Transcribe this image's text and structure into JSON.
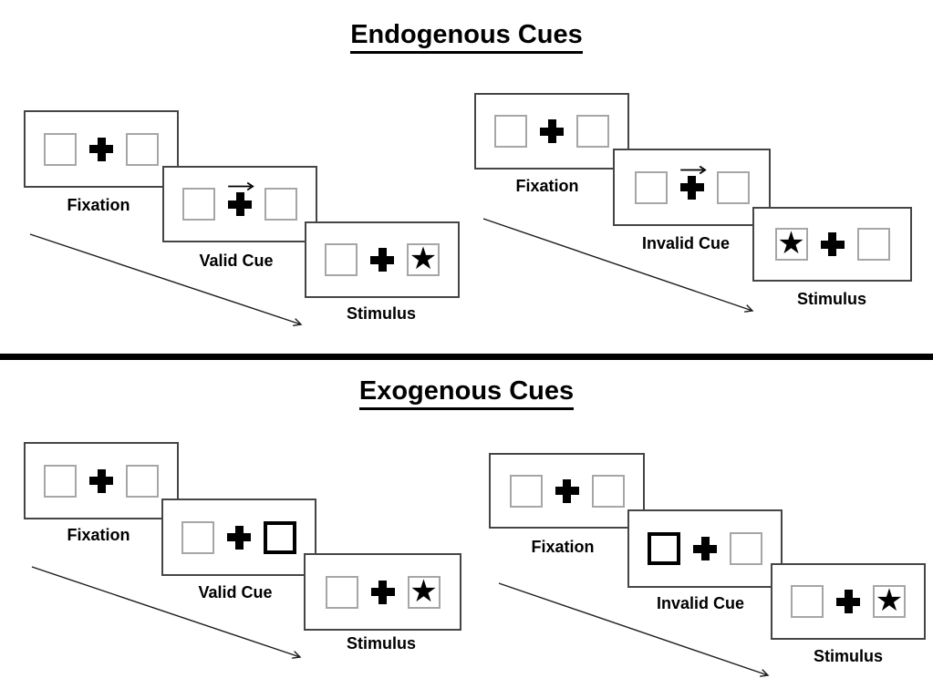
{
  "glyphs": {
    "star": "★"
  },
  "colors": {
    "background": "#ffffff",
    "panel_border": "#454545",
    "box_border": "#a6a6a6",
    "highlight_box_border": "#000000",
    "text": "#000000",
    "divider": "#000000",
    "arrow": "#1c1c1c"
  },
  "sections": [
    {
      "id": "endogenous",
      "title": "Endogenous Cues",
      "sequences": [
        {
          "id": "valid",
          "panels": [
            {
              "label": "Fixation",
              "type": "fixation"
            },
            {
              "label": "Valid Cue",
              "type": "cue",
              "cue_symbol": "arrow-right"
            },
            {
              "label": "Stimulus",
              "type": "stimulus",
              "star_side": "right"
            }
          ]
        },
        {
          "id": "invalid",
          "panels": [
            {
              "label": "Fixation",
              "type": "fixation"
            },
            {
              "label": "Invalid Cue",
              "type": "cue",
              "cue_symbol": "arrow-right"
            },
            {
              "label": "Stimulus",
              "type": "stimulus",
              "star_side": "left"
            }
          ]
        }
      ]
    },
    {
      "id": "exogenous",
      "title": "Exogenous Cues",
      "sequences": [
        {
          "id": "valid",
          "panels": [
            {
              "label": "Fixation",
              "type": "fixation"
            },
            {
              "label": "Valid Cue",
              "type": "cue",
              "cue_symbol": "highlight-box",
              "highlighted_box": "right"
            },
            {
              "label": "Stimulus",
              "type": "stimulus",
              "star_side": "right"
            }
          ]
        },
        {
          "id": "invalid",
          "panels": [
            {
              "label": "Fixation",
              "type": "fixation"
            },
            {
              "label": "Invalid Cue",
              "type": "cue",
              "cue_symbol": "highlight-box",
              "highlighted_box": "left"
            },
            {
              "label": "Stimulus",
              "type": "stimulus",
              "star_side": "right"
            }
          ]
        }
      ]
    }
  ]
}
